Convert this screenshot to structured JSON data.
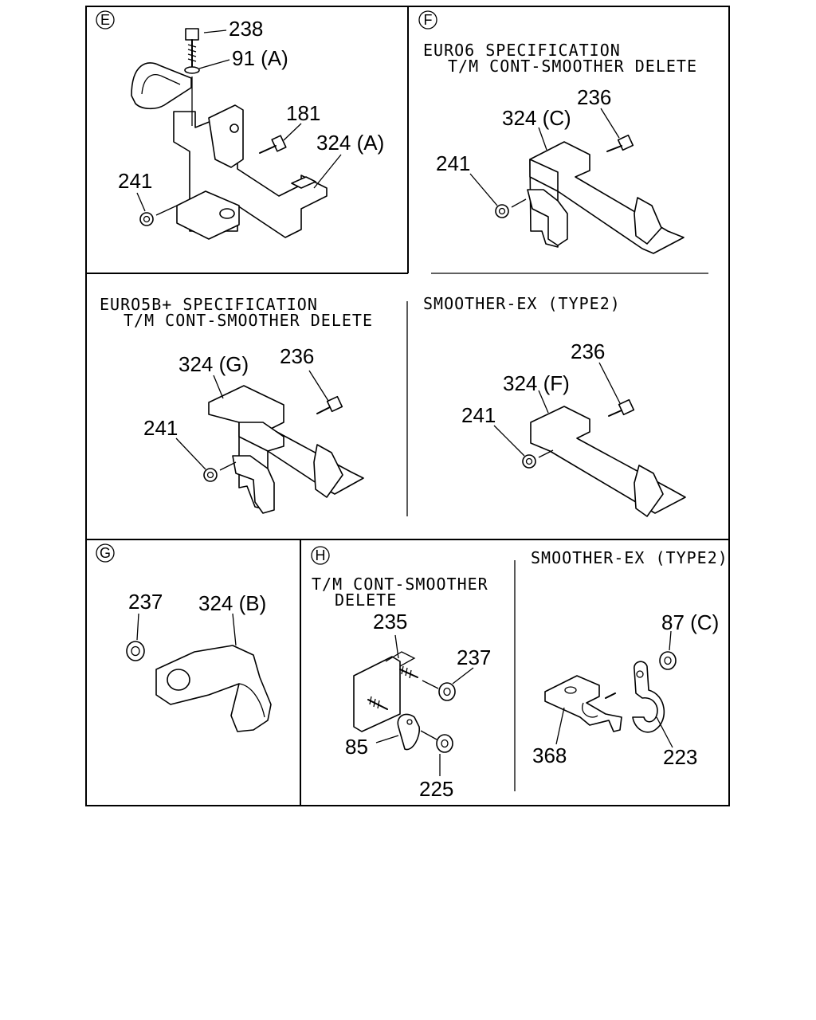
{
  "panels": {
    "E": {
      "marker": "E",
      "callouts": {
        "c238": "238",
        "c91a": "91 (A)",
        "c181": "181",
        "c324a": "324 (A)",
        "c241": "241"
      }
    },
    "F": {
      "marker": "F",
      "caption_line1": "EURO6 SPECIFICATION",
      "caption_line2": "T/M CONT-SMOOTHER DELETE",
      "callouts": {
        "c236": "236",
        "c324c": "324 (C)",
        "c241": "241"
      }
    },
    "euro5": {
      "caption_line1": "EURO5B+ SPECIFICATION",
      "caption_line2": "T/M CONT-SMOOTHER DELETE",
      "callouts": {
        "c324g": "324 (G)",
        "c236": "236",
        "c241": "241"
      }
    },
    "smoother1": {
      "caption": "SMOOTHER-EX (TYPE2)",
      "callouts": {
        "c236": "236",
        "c324f": "324 (F)",
        "c241": "241"
      }
    },
    "G": {
      "marker": "G",
      "callouts": {
        "c237": "237",
        "c324b": "324 (B)"
      }
    },
    "H": {
      "marker": "H",
      "caption_line1": "T/M CONT-SMOOTHER",
      "caption_line2": "DELETE",
      "callouts": {
        "c235": "235",
        "c237": "237",
        "c85": "85",
        "c225": "225"
      }
    },
    "smoother2": {
      "caption": "SMOOTHER-EX (TYPE2)",
      "callouts": {
        "c87c": "87 (C)",
        "c368": "368",
        "c223": "223"
      }
    }
  }
}
